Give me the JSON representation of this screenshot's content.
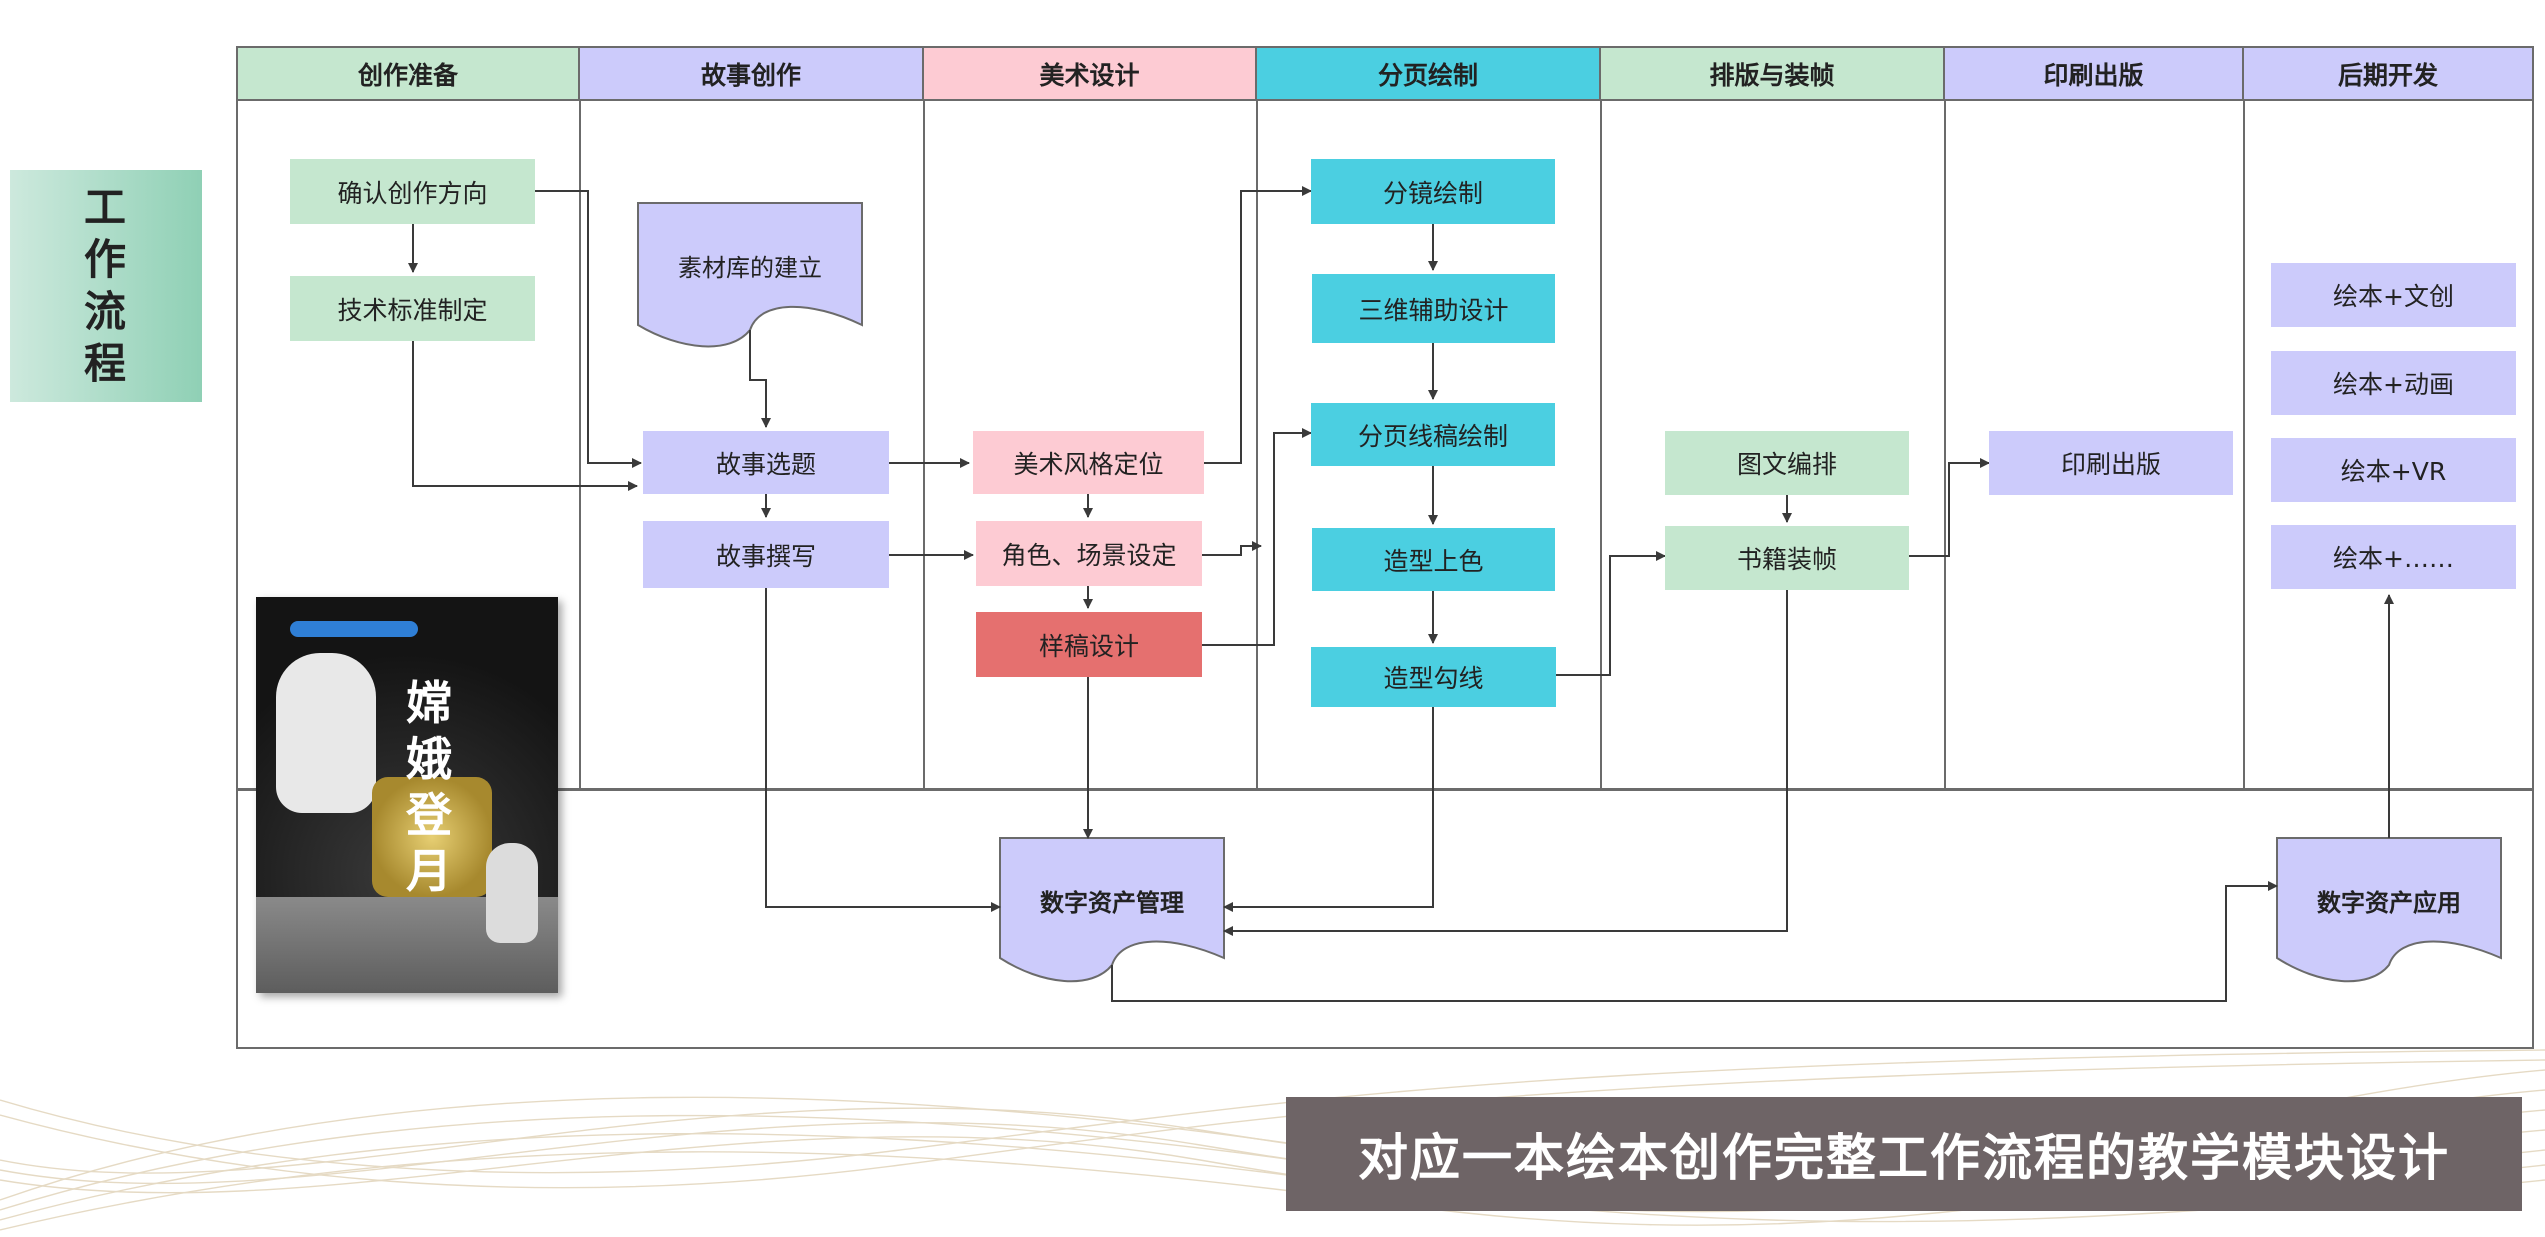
{
  "side_label": "工作\n流程",
  "lanes": [
    {
      "title": "创作准备",
      "color": "#c5e7cf"
    },
    {
      "title": "故事创作",
      "color": "#cccbfb"
    },
    {
      "title": "美术设计",
      "color": "#fdcbd3"
    },
    {
      "title": "分页绘制",
      "color": "#4bcfe1"
    },
    {
      "title": "排版与装帧",
      "color": "#c5e7cf"
    },
    {
      "title": "印刷出版",
      "color": "#cccbfb"
    },
    {
      "title": "后期开发",
      "color": "#cccbfb"
    }
  ],
  "nodes": {
    "confirm_direction": "确认创作方向",
    "tech_standard": "技术标准制定",
    "material_library": "素材库的建立",
    "story_topic": "故事选题",
    "story_writing": "故事撰写",
    "art_style": "美术风格定位",
    "character_scene": "角色、场景设定",
    "sample_design": "样稿设计",
    "storyboard": "分镜绘制",
    "three_d_assist": "三维辅助设计",
    "page_line_draft": "分页线稿绘制",
    "coloring": "造型上色",
    "outline": "造型勾线",
    "layout": "图文编排",
    "binding": "书籍装帧",
    "printing": "印刷出版",
    "dev_culture": "绘本+文创",
    "dev_animation": "绘本+动画",
    "dev_vr": "绘本+VR",
    "dev_more": "绘本+……",
    "asset_management": "数字资产管理",
    "asset_application": "数字资产应用"
  },
  "book_cover": {
    "title": "嫦娥登月"
  },
  "caption": "对应一本绘本创作完整工作流程的教学模块设计",
  "colors": {
    "green": "#c5e7cf",
    "lavender": "#cccbfb",
    "pink": "#fdcbd3",
    "red": "#e5706f",
    "cyan": "#4bcfe1",
    "line": "#6b6b6b",
    "caption_bg": "#6e6466"
  }
}
